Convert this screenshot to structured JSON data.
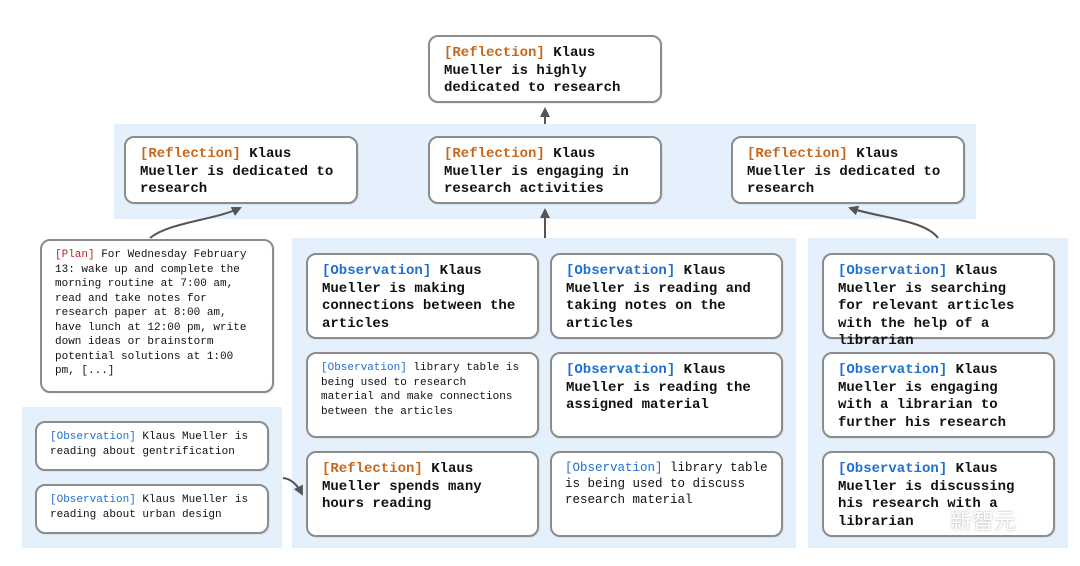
{
  "nodes": {
    "top_reflection": {
      "tag": "[Reflection]",
      "text": " Klaus Mueller is highly dedicated to research"
    },
    "mid_left_reflection": {
      "tag": "[Reflection]",
      "text": " Klaus Mueller is dedicated to research"
    },
    "mid_center_reflection": {
      "tag": "[Reflection]",
      "text": " Klaus Mueller is engaging in research activities"
    },
    "mid_right_reflection": {
      "tag": "[Reflection]",
      "text": " Klaus Mueller is dedicated to research"
    },
    "plan": {
      "tag": "[Plan]",
      "text": " For Wednesday February 13: wake up and complete the morning routine at 7:00 am, read and take notes for research paper at 8:00 am, have lunch at 12:00 pm, write down ideas or brainstorm potential solutions at 1:00 pm, [...]"
    },
    "obs_gentrification": {
      "tag": "[Observation]",
      "text": " Klaus Mueller is reading about gentrification"
    },
    "obs_urban_design": {
      "tag": "[Observation]",
      "text": " Klaus Mueller is reading about urban design"
    },
    "obs_connections": {
      "tag": "[Observation]",
      "text": " Klaus Mueller is making connections between the articles"
    },
    "obs_reading_notes": {
      "tag": "[Observation]",
      "text": " Klaus Mueller is reading and taking notes on the articles"
    },
    "obs_table_connections": {
      "tag": "[Observation]",
      "text": " library table is being used to research material and make connections between the articles"
    },
    "obs_assigned_material": {
      "tag": "[Observation]",
      "text": " Klaus Mueller is reading the assigned material"
    },
    "reflection_hours_reading": {
      "tag": "[Reflection]",
      "text": " Klaus Mueller spends many hours reading"
    },
    "obs_table_discuss": {
      "tag": "[Observation]",
      "text": " library table is being used to discuss research material"
    },
    "obs_searching": {
      "tag": "[Observation]",
      "text": " Klaus Mueller is searching for relevant articles with the help of a librarian"
    },
    "obs_engaging_librarian": {
      "tag": "[Observation]",
      "text": " Klaus Mueller is engaging with a librarian to further his research"
    },
    "obs_discussing": {
      "tag": "[Observation]",
      "text": " Klaus Mueller is discussing his research with a librarian"
    }
  },
  "watermark": {
    "text": "新智元"
  },
  "colors": {
    "reflection_tag": "#c8681c",
    "observation_tag": "#1f6fcf",
    "plan_tag": "#b3262c",
    "band": "#e5f0fd",
    "border": "#8c8c8c"
  }
}
